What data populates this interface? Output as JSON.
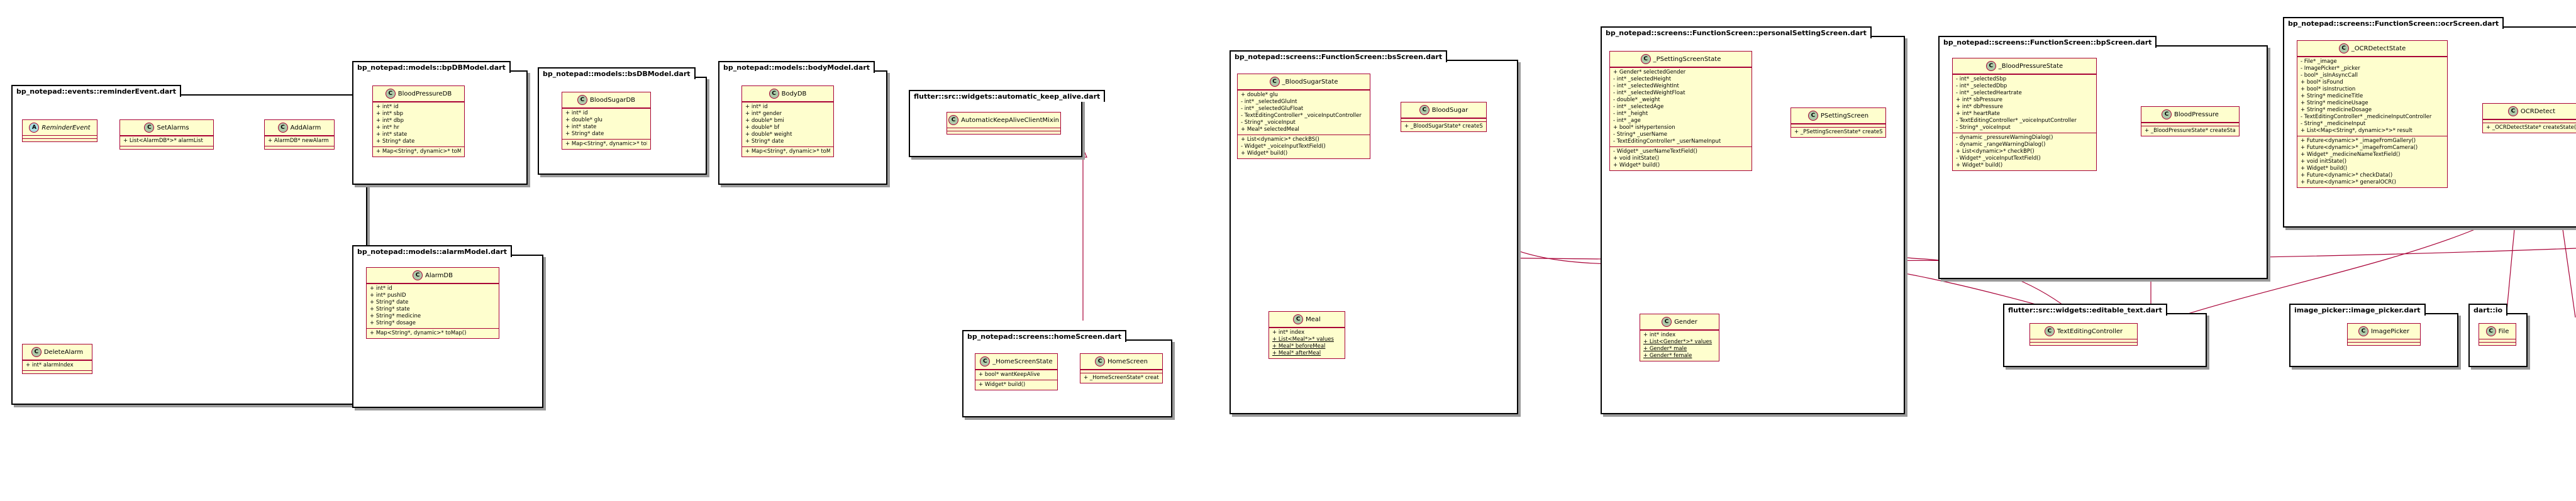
{
  "packages": {
    "reminder_event": "bp_notepad::events::reminderEvent.dart",
    "bp_db_model": "bp_notepad::models::bpDBModel.dart",
    "bs_db_model": "bp_notepad::models::bsDBModel.dart",
    "body_model": "bp_notepad::models::bodyModel.dart",
    "alarm_model": "bp_notepad::models::alarmModel.dart",
    "keep_alive": "flutter::src::widgets::automatic_keep_alive.dart",
    "home_screen": "bp_notepad::screens::homeScreen.dart",
    "bs_screen": "bp_notepad::screens::FunctionScreen::bsScreen.dart",
    "personal_setting": "bp_notepad::screens::FunctionScreen::personalSettingScreen.dart",
    "bp_screen": "bp_notepad::screens::FunctionScreen::bpScreen.dart",
    "ocr_screen": "bp_notepad::screens::FunctionScreen::ocrScreen.dart",
    "editable_text": "flutter::src::widgets::editable_text.dart",
    "image_picker": "image_picker::image_picker.dart",
    "dart_io": "dart::io"
  },
  "classes": {
    "reminder_event": {
      "badge": "A",
      "name": "ReminderEvent"
    },
    "set_alarms": {
      "badge": "C",
      "name": "SetAlarms",
      "fields": [
        "+ List<AlarmDB*>* alarmList"
      ]
    },
    "add_alarm": {
      "badge": "C",
      "name": "AddAlarm",
      "fields": [
        "+ AlarmDB* newAlarm"
      ]
    },
    "delete_alarm": {
      "badge": "C",
      "name": "DeleteAlarm",
      "fields": [
        "+ int* alarmIndex"
      ]
    },
    "blood_pressure_db": {
      "badge": "C",
      "name": "BloodPressureDB",
      "fields": [
        "+ int* id",
        "+ int* sbp",
        "+ int* dbp",
        "+ int* hr",
        "+ int* state",
        "+ String* date"
      ],
      "methods": [
        "+ Map<String*, dynamic>* toMap()"
      ]
    },
    "blood_sugar_db": {
      "badge": "C",
      "name": "BloodSugarDB",
      "fields": [
        "+ int* id",
        "+ double* glu",
        "+ int* state",
        "+ String* date"
      ],
      "methods": [
        "+ Map<String*, dynamic>* toMap()"
      ]
    },
    "body_db": {
      "badge": "C",
      "name": "BodyDB",
      "fields": [
        "+ int* id",
        "+ int* gender",
        "+ double* bmi",
        "+ double* bf",
        "+ double* weight",
        "+ String* date"
      ],
      "methods": [
        "+ Map<String*, dynamic>* toMap()"
      ]
    },
    "alarm_db": {
      "badge": "C",
      "name": "AlarmDB",
      "fields": [
        "+ int* id",
        "+ int* pushID",
        "+ String* date",
        "+ String* state",
        "+ String* medicine",
        "+ String* dosage"
      ],
      "methods": [
        "+ Map<String*, dynamic>* toMap()"
      ]
    },
    "keep_alive_mixin": {
      "badge": "C",
      "name": "AutomaticKeepAliveClientMixin"
    },
    "home_screen_state": {
      "badge": "C",
      "name": "_HomeScreenState",
      "fields": [
        "+ bool* wantKeepAlive"
      ],
      "methods": [
        "+ Widget* build()"
      ]
    },
    "home_screen": {
      "badge": "C",
      "name": "HomeScreen",
      "methods": [
        "+ _HomeScreenState* createState()"
      ]
    },
    "blood_sugar_state": {
      "badge": "C",
      "name": "_BloodSugarState",
      "fields": [
        "+ double* glu",
        "- int* _selectedGluInt",
        "- int* _selectedGluFloat",
        "- TextEditingController* _voiceInputController",
        "- String* _voiceInput",
        "+ Meal* selectedMeal"
      ],
      "methods": [
        "+ List<dynamic>* checkBS()",
        "- Widget* _voiceInputTextField()",
        "+ Widget* build()"
      ]
    },
    "blood_sugar": {
      "badge": "C",
      "name": "BloodSugar",
      "methods": [
        "+ _BloodSugarState* createState()"
      ]
    },
    "meal": {
      "badge": "C",
      "name": "Meal",
      "fields": [
        "+ int* index",
        "+ List<Meal*>* values",
        "+ Meal* beforeMeal",
        "+ Meal* afterMeal"
      ],
      "underline": [
        1,
        2,
        3
      ]
    },
    "psetting_state": {
      "badge": "C",
      "name": "_PSettingScreenState",
      "fields": [
        "+ Gender* selectedGender",
        "- int* _selectedHeight",
        "- int* _selectedWeightInt",
        "- int* _selectedWeightFloat",
        "- double* _weight",
        "- int* _selectedAge",
        "- int* _height",
        "- int* _age",
        "+ bool* isHypertension",
        "- String* _userName",
        "- TextEditingController* _userNameInput"
      ],
      "methods": [
        "- Widget* _userNameTextField()",
        "+ void initState()",
        "+ Widget* build()"
      ]
    },
    "psetting_screen": {
      "badge": "C",
      "name": "PSettingScreen",
      "methods": [
        "+ _PSettingScreenState* createState()"
      ]
    },
    "gender": {
      "badge": "C",
      "name": "Gender",
      "fields": [
        "+ int* index",
        "+ List<Gender*>* values",
        "+ Gender* male",
        "+ Gender* female"
      ],
      "underline": [
        1,
        2,
        3
      ]
    },
    "blood_pressure_state": {
      "badge": "C",
      "name": "_BloodPressureState",
      "fields": [
        "- int* _selectedSbp",
        "- int* _selectedDbp",
        "- int* _selectedHeartrate",
        "+ int* sbPressure",
        "+ int* dbPressure",
        "+ int* heartRate",
        "- TextEditingController* _voiceInputController",
        "- String* _voiceInput"
      ],
      "methods": [
        "- dynamic _pressureWarningDialog()",
        "- dynamic _rangeWarningDialog()",
        "+ List<dynamic>* checkBP()",
        "- Widget* _voiceInputTextField()",
        "+ Widget* build()"
      ]
    },
    "blood_pressure": {
      "badge": "C",
      "name": "BloodPressure",
      "methods": [
        "+ _BloodPressureState* createState()"
      ]
    },
    "ocr_detect_state": {
      "badge": "C",
      "name": "_OCRDetectState",
      "fields": [
        "- File* _image",
        "- ImagePicker* _picker",
        "- bool* _isInAsyncCall",
        "+ bool* isFound",
        "+ bool* isInstruction",
        "+ String* medicineTitle",
        "+ String* medicineUsage",
        "+ String* medicineDosage",
        "- TextEditingController* _medicineInputController",
        "- String* _medicineInput",
        "+ List<Map<String*, dynamic>*>* result"
      ],
      "methods": [
        "+ Future<dynamic>* _imageFromGallery()",
        "+ Future<dynamic>* _imageFromCamera()",
        "+ Widget* _medicineNameTextField()",
        "+ void initState()",
        "+ Widget* build()",
        "+ Future<dynamic>* checkData()",
        "+ Future<dynamic>* generalOCR()"
      ]
    },
    "ocr_detect": {
      "badge": "C",
      "name": "OCRDetect",
      "methods": [
        "+ _OCRDetectState* createState()"
      ]
    },
    "text_editing_controller": {
      "badge": "C",
      "name": "TextEditingController"
    },
    "image_picker": {
      "badge": "C",
      "name": "ImagePicker"
    },
    "file": {
      "badge": "C",
      "name": "File"
    }
  },
  "colors": {
    "class_fill": "#fefece",
    "class_border": "#a80036",
    "link": "#a80036",
    "badge_class": "#adc9a8",
    "badge_abstract": "#a9dcdf"
  }
}
